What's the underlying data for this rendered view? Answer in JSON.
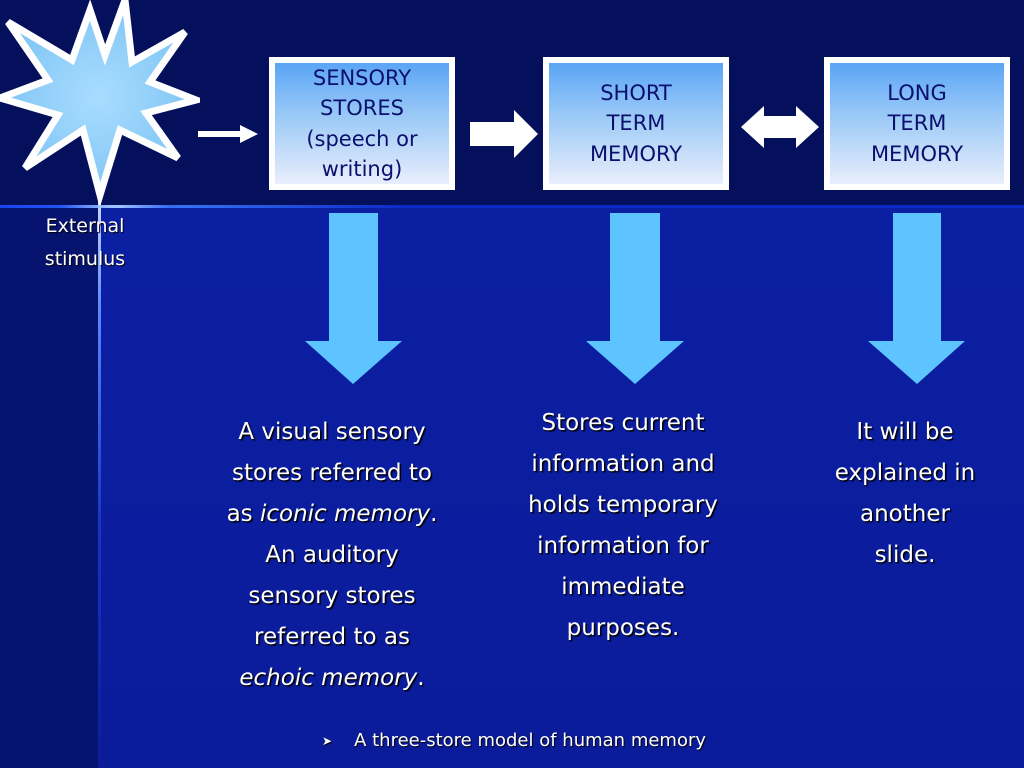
{
  "slide": {
    "external_stimulus": {
      "line1": "External",
      "line2": "stimulus"
    },
    "boxes": [
      {
        "label": "SENSORY\nSTORES\n(speech or\nwriting)"
      },
      {
        "label": "SHORT\n TERM\nMEMORY"
      },
      {
        "label": "LONG\nTERM\nMEMORY"
      }
    ],
    "descriptions": {
      "sensory": {
        "line1": "A visual sensory",
        "line2": "stores referred to",
        "line3_prefix": "as ",
        "line3_em": "iconic memory",
        "line3_suffix": ".",
        "line4": "An auditory",
        "line5": "sensory stores",
        "line6": "referred to as",
        "line7_em": "echoic memory",
        "line7_suffix": "."
      },
      "short_term": {
        "lines": [
          "Stores current",
          "information and",
          "holds temporary",
          "information for",
          "immediate",
          "purposes."
        ]
      },
      "long_term": {
        "lines": [
          "It will be",
          "explained in",
          "another",
          "slide."
        ]
      }
    },
    "footer": {
      "bullet_icon": "arrowhead-bullet-icon",
      "text": "A three-store model of human memory"
    },
    "colors": {
      "box_text": "#0b0f6e",
      "arrow_fill": "#5ec4ff",
      "background": "#0b1fa3"
    }
  }
}
